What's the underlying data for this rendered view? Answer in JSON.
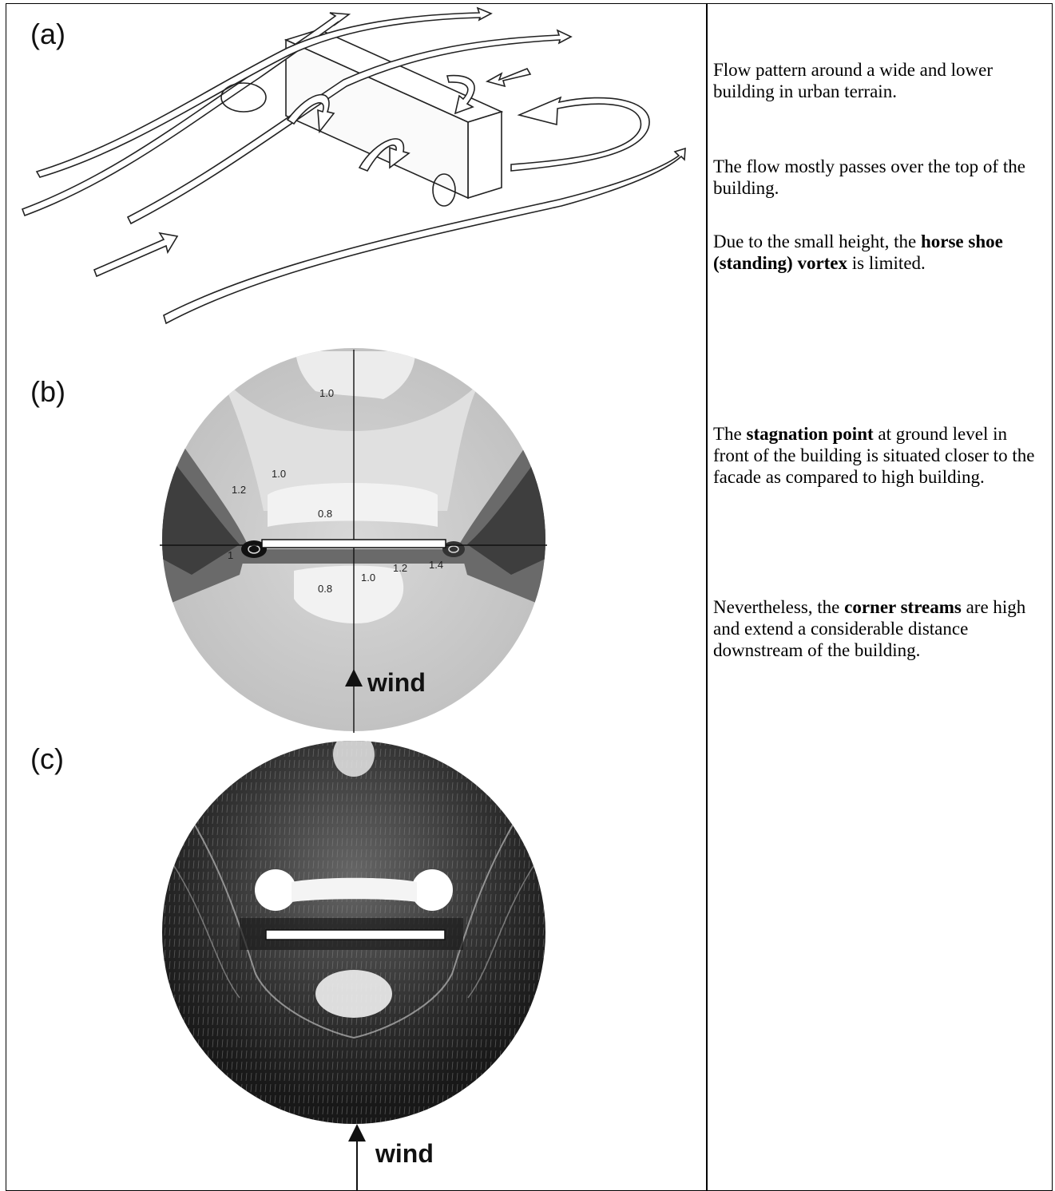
{
  "figures": {
    "a": {
      "label": "(a)"
    },
    "b": {
      "label": "(b)",
      "contour_labels": [
        "1.0",
        "1.0",
        "1.2",
        "0.8",
        "1",
        "0.8",
        "1.0",
        "1.2",
        "1.4"
      ],
      "wind_label": "wind"
    },
    "c": {
      "label": "(c)",
      "wind_label": "wind"
    }
  },
  "paragraphs": {
    "p1": "Flow pattern around a wide and lower building in urban terrain.",
    "p2": "The flow mostly passes over the top of the building.",
    "p3": {
      "before": "Due to the small height, the ",
      "bold": "horse shoe (standing) vortex",
      "after": " is limited."
    },
    "p4": {
      "before": "The ",
      "bold": "stagnation point",
      "after": " at ground level in front of the building is situated closer to the facade as compared to high building."
    },
    "p5": {
      "before": "Nevertheless, the ",
      "bold": "corner streams",
      "after": " are high and extend a considerable distance downstream of the building."
    }
  }
}
